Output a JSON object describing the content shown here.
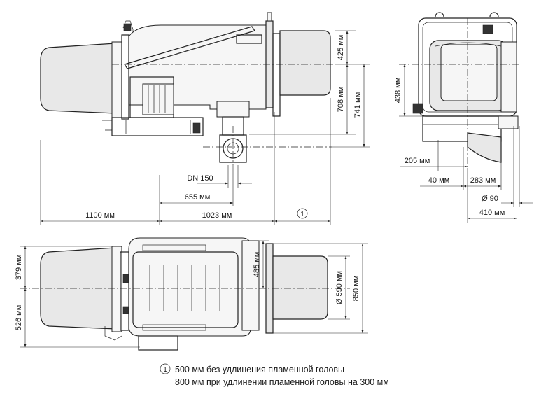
{
  "dimensions": {
    "d425": "425 мм",
    "d708": "708 мм",
    "d741": "741 мм",
    "d438": "438 мм",
    "d205": "205 мм",
    "d40": "40 мм",
    "d283": "283 мм",
    "d90": "Ø 90",
    "d410": "410 мм",
    "dn150": "DN 150",
    "d655": "655 мм",
    "d1100": "1100 мм",
    "d1023": "1023 мм",
    "d379": "379 мм",
    "d526": "526 мм",
    "d485": "485 мм",
    "d590": "Ø 590 мм",
    "d850": "850 мм"
  },
  "callout": {
    "number": "1"
  },
  "footnote": {
    "number": "1",
    "line1": "500 мм без удлинения пламенной головы",
    "line2": "800 мм при удлинении пламенной головы на 300 мм"
  }
}
